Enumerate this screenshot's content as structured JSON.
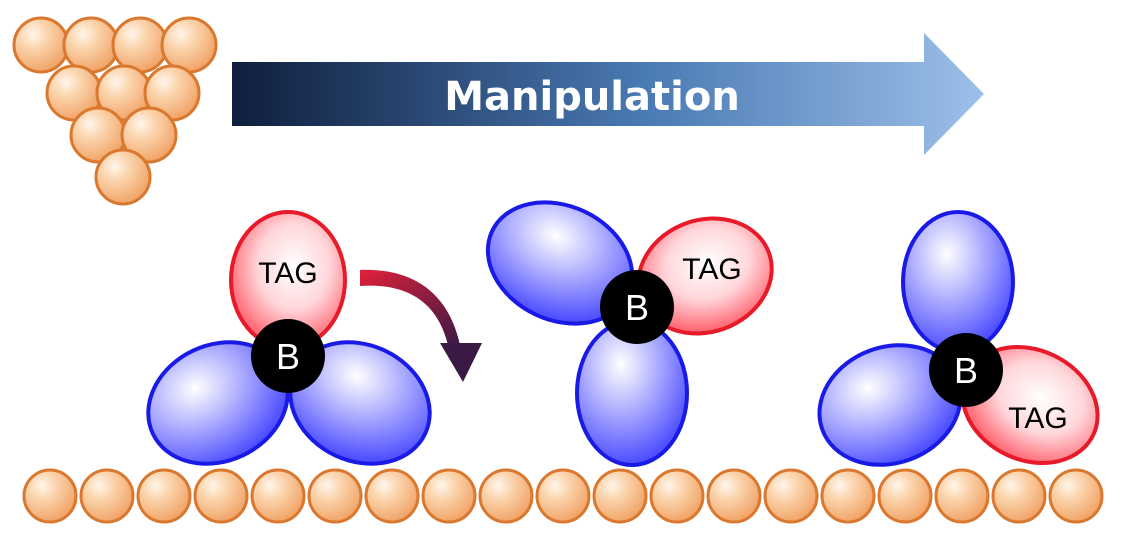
{
  "process_label": "Manipulation",
  "center_label": "B",
  "tag_label": "TAG",
  "colors": {
    "atom_fill": "#f5b47c",
    "atom_stroke": "#d9782e",
    "lobe_blue": "#1a1ae6",
    "lobe_red": "#e61a28",
    "center_fill": "#000000",
    "arrow_dark": "#0f1e3c",
    "arrow_light": "#8cb4e0",
    "rotate_arrow_start": "#e0203a",
    "rotate_arrow_end": "#4a1a3a"
  }
}
